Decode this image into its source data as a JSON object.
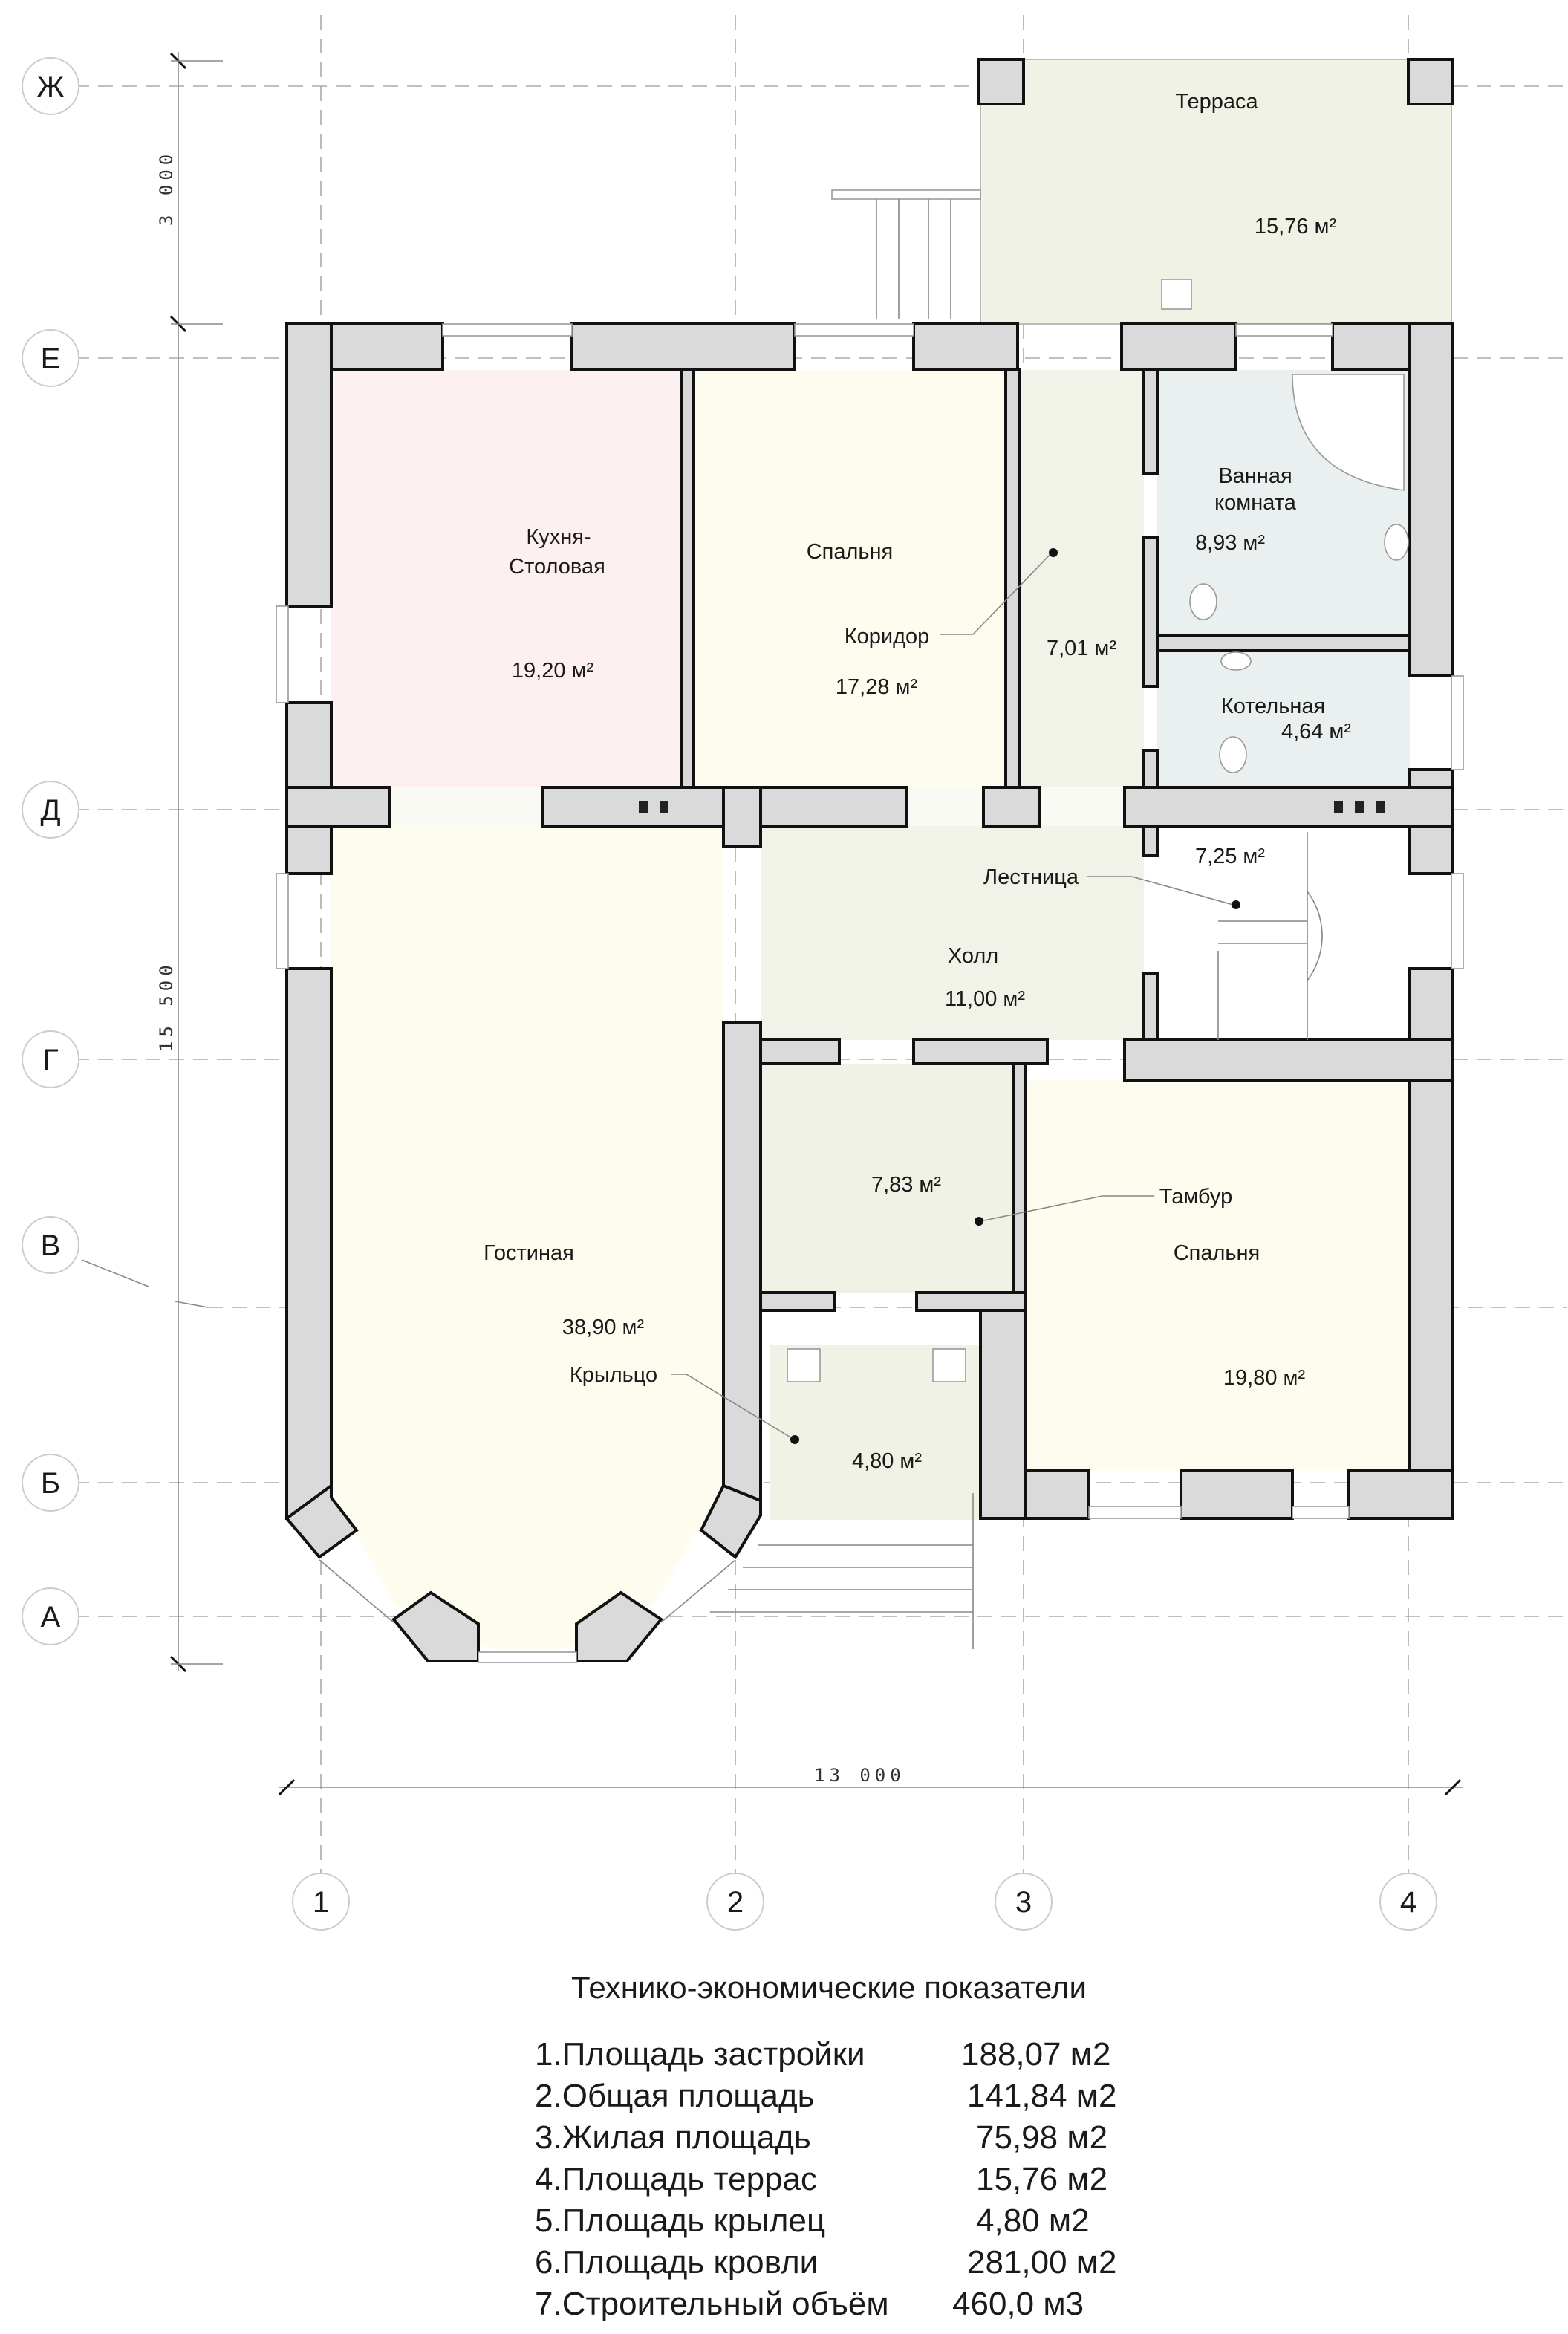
{
  "axes": {
    "rows": [
      "Ж",
      "Е",
      "Д",
      "Г",
      "В",
      "Б",
      "А"
    ],
    "cols": [
      "1",
      "2",
      "3",
      "4"
    ]
  },
  "dimensions": {
    "top_vertical": "3 000",
    "main_vertical": "15 500",
    "horizontal": "13 000"
  },
  "rooms": {
    "terrace": {
      "name": "Терраса",
      "area": "15,76 м²"
    },
    "kitchen": {
      "name1": "Кухня-",
      "name2": "Столовая",
      "area": "19,20 м²"
    },
    "bedroom_top": {
      "name": "Спальня",
      "area": "17,28 м²"
    },
    "corridor": {
      "name": "Коридор",
      "area": "7,01 м²"
    },
    "bathroom": {
      "name1": "Ванная",
      "name2": "комната",
      "area": "8,93 м²"
    },
    "boiler": {
      "name": "Котельная",
      "area": "4,64 м²"
    },
    "stairs": {
      "name": "Лестница",
      "area": "7,25 м²"
    },
    "hall": {
      "name": "Холл",
      "area": "11,00 м²"
    },
    "vestibule": {
      "name": "Тамбур",
      "area": "7,83 м²"
    },
    "living": {
      "name": "Гостиная",
      "area": "38,90 м²"
    },
    "porch": {
      "name": "Крыльцо",
      "area": "4,80 м²"
    },
    "bedroom_bottom": {
      "name": "Спальня",
      "area": "19,80 м²"
    }
  },
  "colors": {
    "kitchen": "#fdf0f0",
    "bedroom": "#fdfcee",
    "hall": "#f2f3e8",
    "bath": "#eaf0ef",
    "wall": "#dadada"
  },
  "table": {
    "title": "Технико-экономические показатели",
    "rows": [
      {
        "label": "1.Площадь застройки",
        "value": "188,07 м2"
      },
      {
        "label": "2.Общая площадь",
        "value": "141,84 м2"
      },
      {
        "label": "3.Жилая площадь",
        "value": "75,98 м2"
      },
      {
        "label": "4.Площадь террас",
        "value": "15,76 м2"
      },
      {
        "label": "5.Площадь крылец",
        "value": "4,80 м2"
      },
      {
        "label": "6.Площадь кровли",
        "value": "281,00 м2"
      },
      {
        "label": "7.Строительный объём",
        "value": "460,0 м3"
      }
    ]
  }
}
